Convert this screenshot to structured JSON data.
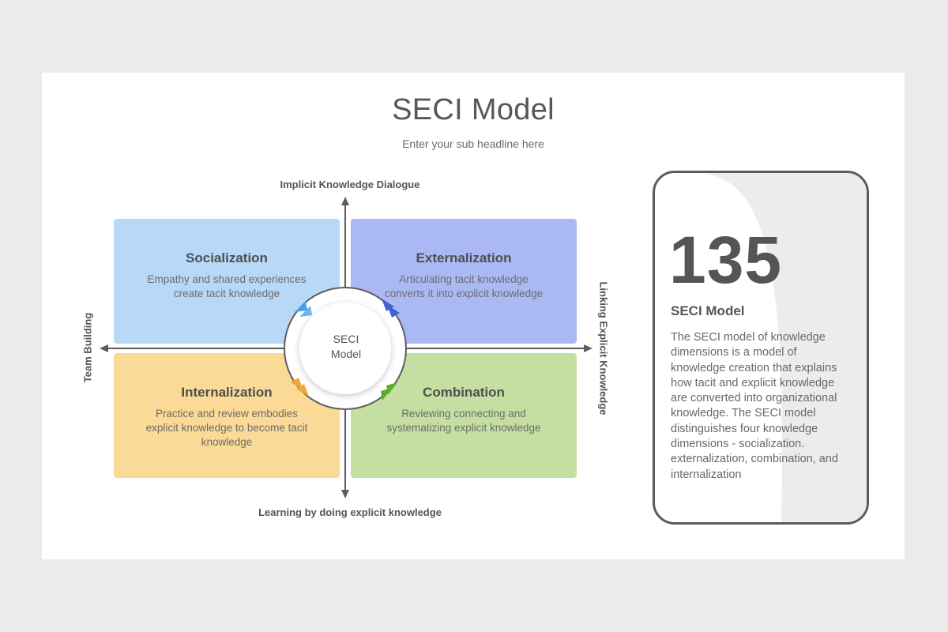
{
  "slide": {
    "title": "SECI Model",
    "subtitle": "Enter your sub headline here"
  },
  "axes": {
    "top": "Implicit Knowledge Dialogue",
    "bottom": "Learning by doing explicit knowledge",
    "left": "Team Building",
    "right": "Linking Explicit Knowledge"
  },
  "quadrants": [
    {
      "title": "Socialization",
      "text": "Empathy and shared experiences create tacit knowledge",
      "color": "#b7d8f7"
    },
    {
      "title": "Externalization",
      "text": "Articulating tacit knowledge converts it into explicit knowledge",
      "color": "#aab9f3"
    },
    {
      "title": "Internalization",
      "text": "Practice and review embodies explicit knowledge to become tacit knowledge",
      "color": "#fbd996"
    },
    {
      "title": "Combination",
      "text": "Reviewing connecting and systematizing explicit knowledge",
      "color": "#c4dfa1"
    }
  ],
  "center": {
    "line1": "SECI",
    "line2": "Model"
  },
  "arrow_colors": {
    "socialization": "#4a9fe8",
    "externalization": "#3f5fd6",
    "combination": "#5cac2e",
    "internalization": "#f0a63a"
  },
  "card": {
    "number": "135",
    "title": "SECI Model",
    "text": "The SECI model of knowledge dimensions is a model of knowledge creation that explains how tacit and explicit knowledge are converted into organizational knowledge. The SECI model distinguishes four knowledge dimensions - socialization. externalization, combination, and internalization"
  }
}
